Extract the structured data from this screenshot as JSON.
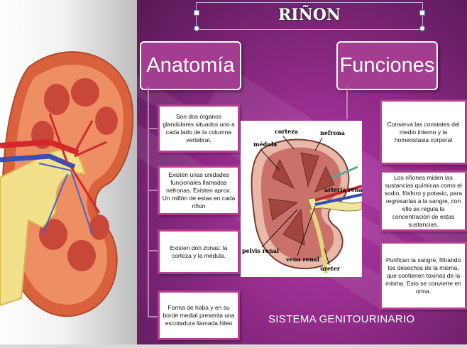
{
  "title": "RIÑON",
  "headers": {
    "anatomy": "Anatomía",
    "functions": "Funciones"
  },
  "anatomy_cards": [
    "Son dos órganos glandulares situados uno a cada lado de la columna vertebral.",
    "Existen unas unidades funcionales llamadas nefronas. Existen aprox. Un millón de estas en cada riñon",
    "Existen don zonas: la corteza y la médula.",
    "Forma de haba y en su borde medial presenta una escotadura llamada hileo"
  ],
  "function_cards": [
    "Conserva las constates del medio interno y la homeostasia corporal",
    "Los riñones miden las sustancias químicas como el sodio, fósforo y potasio, para regresarlas a la sangre, con ello se regula la concentración de estas sustancias.",
    "Purifican la sangre, filtrando los desechos de la misma, que contienen toxinas de la misma. Esto se convierte en orina."
  ],
  "diagram_labels": {
    "corteza": "corteza",
    "nefrona": "nefrona",
    "medula": "médula",
    "arteria": "arteria renal",
    "pelvis": "pelvis renal",
    "vena": "vena renal",
    "ureter": "ureter"
  },
  "footer": "SISTEMA GENITOURINARIO",
  "colors": {
    "slide_bg": "#8e2a86",
    "header_bg": "#a23d8f",
    "card_border": "#b73d93"
  }
}
